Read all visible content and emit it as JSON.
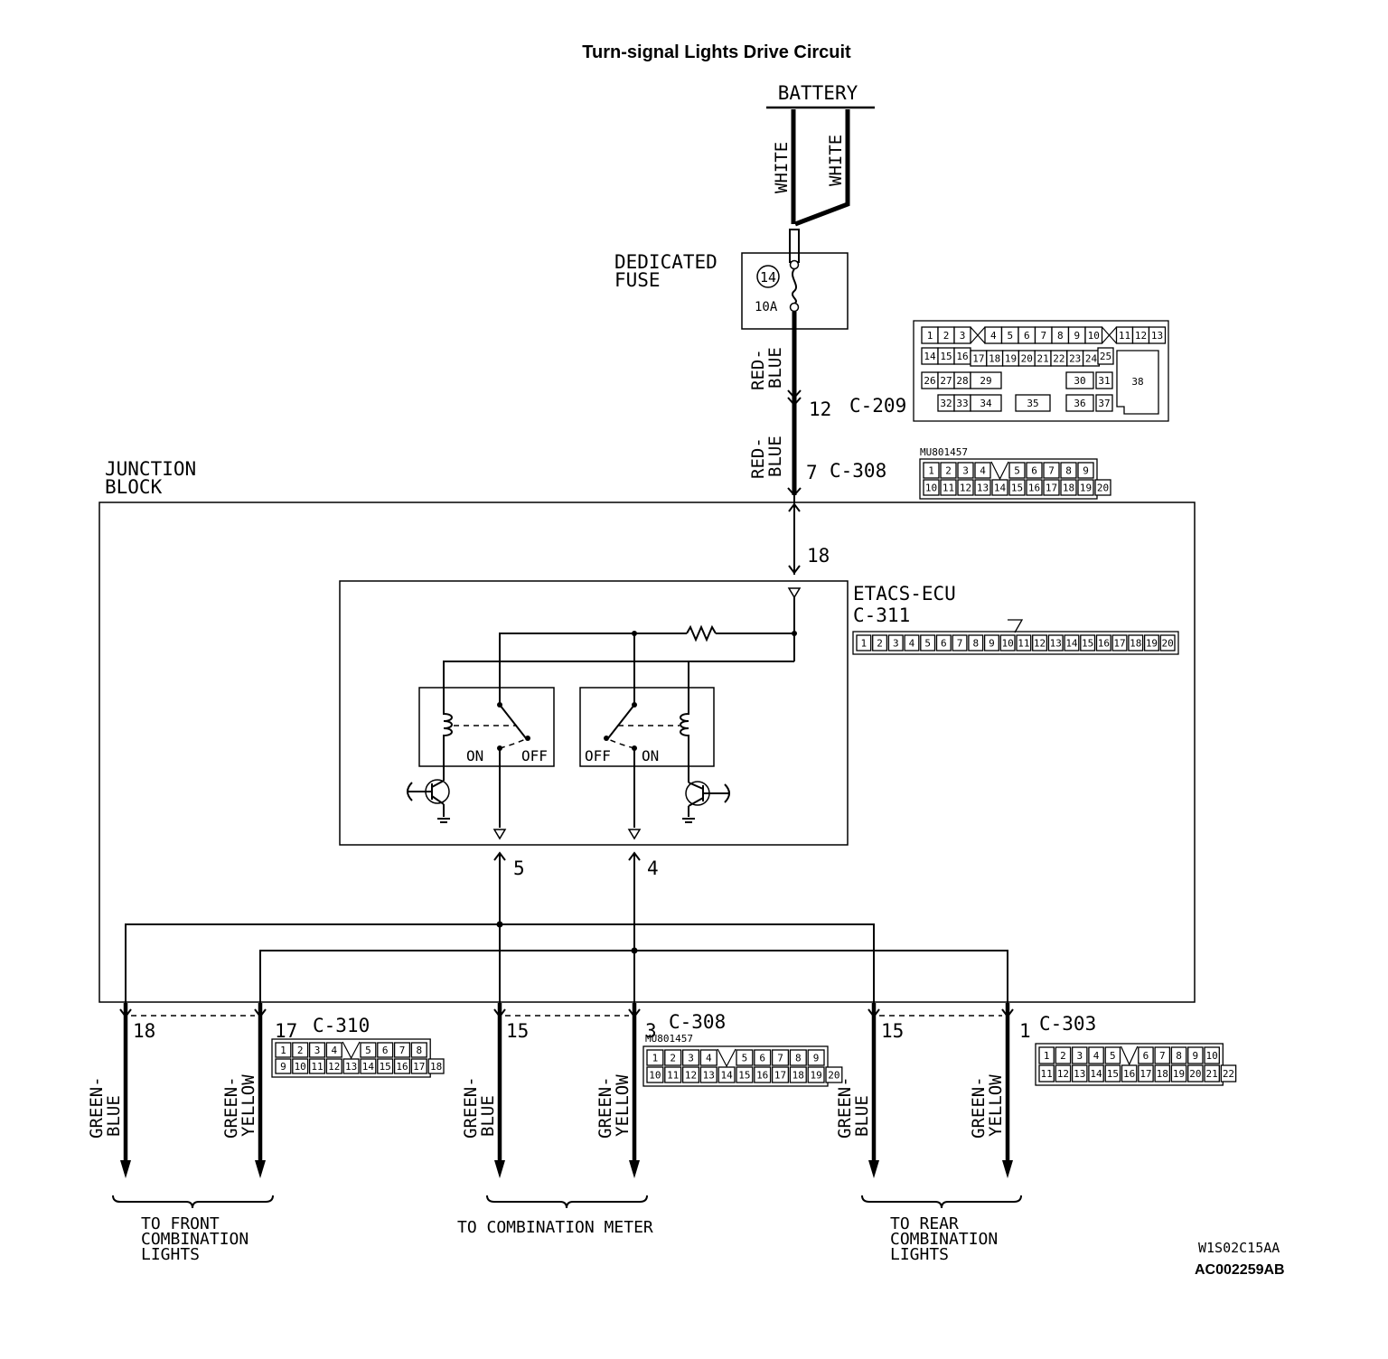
{
  "title": "Turn-signal Lights Drive Circuit",
  "battery": "BATTERY",
  "wire_white": "WHITE",
  "fuse": {
    "label1": "DEDICATED",
    "label2": "FUSE",
    "number": "14",
    "rating": "10A"
  },
  "wire_red1": "RED-",
  "wire_blue1": "BLUE",
  "pin_12": "12",
  "conn_c209": "C-209",
  "pin_7": "7",
  "conn_c308_top": "C-308",
  "part_number": "MU801457",
  "junction": {
    "label1": "JUNCTION",
    "label2": "BLOCK"
  },
  "pin_18_top": "18",
  "ecu": {
    "name": "ETACS-ECU",
    "connector": "C-311"
  },
  "relay": {
    "on": "ON",
    "off": "OFF"
  },
  "pin_5": "5",
  "pin_4": "4",
  "outputs": [
    {
      "pin": "18",
      "c1": "GREEN-",
      "c2": "BLUE"
    },
    {
      "pin": "17",
      "c1": "GREEN-",
      "c2": "YELLOW"
    },
    {
      "pin": "15",
      "c1": "GREEN-",
      "c2": "BLUE"
    },
    {
      "pin": "3",
      "c1": "GREEN-",
      "c2": "YELLOW"
    },
    {
      "pin": "15",
      "c1": "GREEN-",
      "c2": "BLUE"
    },
    {
      "pin": "1",
      "c1": "GREEN-",
      "c2": "YELLOW"
    }
  ],
  "conn_c310": "C-310",
  "conn_c308_bottom": "C-308",
  "conn_c303": "C-303",
  "dest_front": [
    "TO FRONT",
    "COMBINATION",
    "LIGHTS"
  ],
  "dest_meter": "TO COMBINATION METER",
  "dest_rear": [
    "TO REAR",
    "COMBINATION",
    "LIGHTS"
  ],
  "code1": "W1S02C15AA",
  "code2": "AC002259AB",
  "c209_pins": [
    "1",
    "2",
    "3",
    "4",
    "5",
    "6",
    "7",
    "8",
    "9",
    "10",
    "11",
    "12",
    "13",
    "14",
    "15",
    "16",
    "17",
    "18",
    "19",
    "20",
    "21",
    "22",
    "23",
    "24",
    "25",
    "26",
    "27",
    "28",
    "29",
    "30",
    "31",
    "32",
    "33",
    "34",
    "35",
    "36",
    "37",
    "38"
  ],
  "c308_pins": [
    "1",
    "2",
    "3",
    "4",
    "5",
    "6",
    "7",
    "8",
    "9",
    "10",
    "11",
    "12",
    "13",
    "14",
    "15",
    "16",
    "17",
    "18",
    "19",
    "20"
  ],
  "c311_pins": [
    "1",
    "2",
    "3",
    "4",
    "5",
    "6",
    "7",
    "8",
    "9",
    "10",
    "11",
    "12",
    "13",
    "14",
    "15",
    "16",
    "17",
    "18",
    "19",
    "20"
  ],
  "c310_pins": [
    "1",
    "2",
    "3",
    "4",
    "5",
    "6",
    "7",
    "8",
    "9",
    "10",
    "11",
    "12",
    "13",
    "14",
    "15",
    "16",
    "17",
    "18"
  ],
  "c303_pins": [
    "1",
    "2",
    "3",
    "4",
    "5",
    "6",
    "7",
    "8",
    "9",
    "10",
    "11",
    "12",
    "13",
    "14",
    "15",
    "16",
    "17",
    "18",
    "19",
    "20",
    "21",
    "22"
  ]
}
